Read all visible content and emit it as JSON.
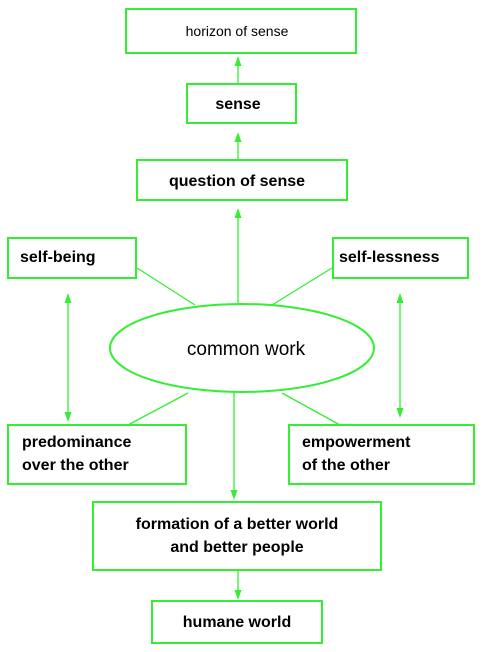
{
  "diagram": {
    "accent_color": "#33ee33",
    "nodes": {
      "horizon_of_sense": "horizon of sense",
      "sense": "sense",
      "question_of_sense": "question of sense",
      "self_being": "self-being",
      "self_lessness": "self-lessness",
      "common_work": "common work",
      "predominance": [
        "predominance",
        "over the other"
      ],
      "empowerment": [
        "empowerment",
        "of the other"
      ],
      "formation": [
        "formation of a better world",
        "and better people"
      ],
      "humane_world": "humane world"
    }
  }
}
